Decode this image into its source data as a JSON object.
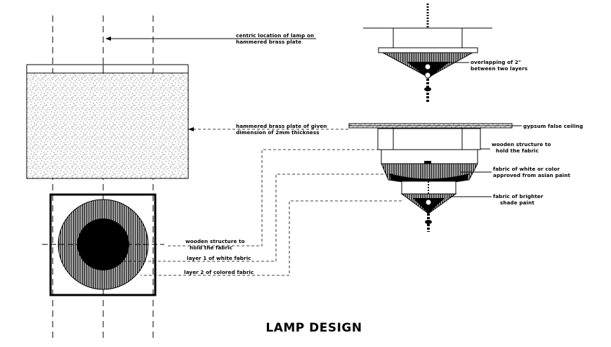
{
  "title": "LAMP DESIGN",
  "annotations": {
    "centric_location": [
      "centric location of lamp on",
      "hammered brass plate"
    ],
    "overlapping": [
      "overlapping of 2\"",
      "between two layers"
    ],
    "brass_plate": [
      "hammered brass plate of given",
      "dimension of 2mm thickness"
    ],
    "gypsum": [
      "gypsum false ceiling"
    ],
    "wooden_structure_right": [
      "wooden structure to",
      "hold the fabric"
    ],
    "fabric_white": [
      "fabric of white or color",
      "approved from asian paint"
    ],
    "fabric_brighter": [
      "fabric of brighter",
      "shade paint"
    ],
    "wooden_structure_left": [
      "wooden structure to",
      "hold the fabric"
    ],
    "layer1": [
      "layer 1 of white fabric"
    ],
    "layer2": [
      "layer 2 of colored fabric"
    ]
  },
  "colors": {
    "ink": "#000000",
    "paper": "#ffffff"
  }
}
